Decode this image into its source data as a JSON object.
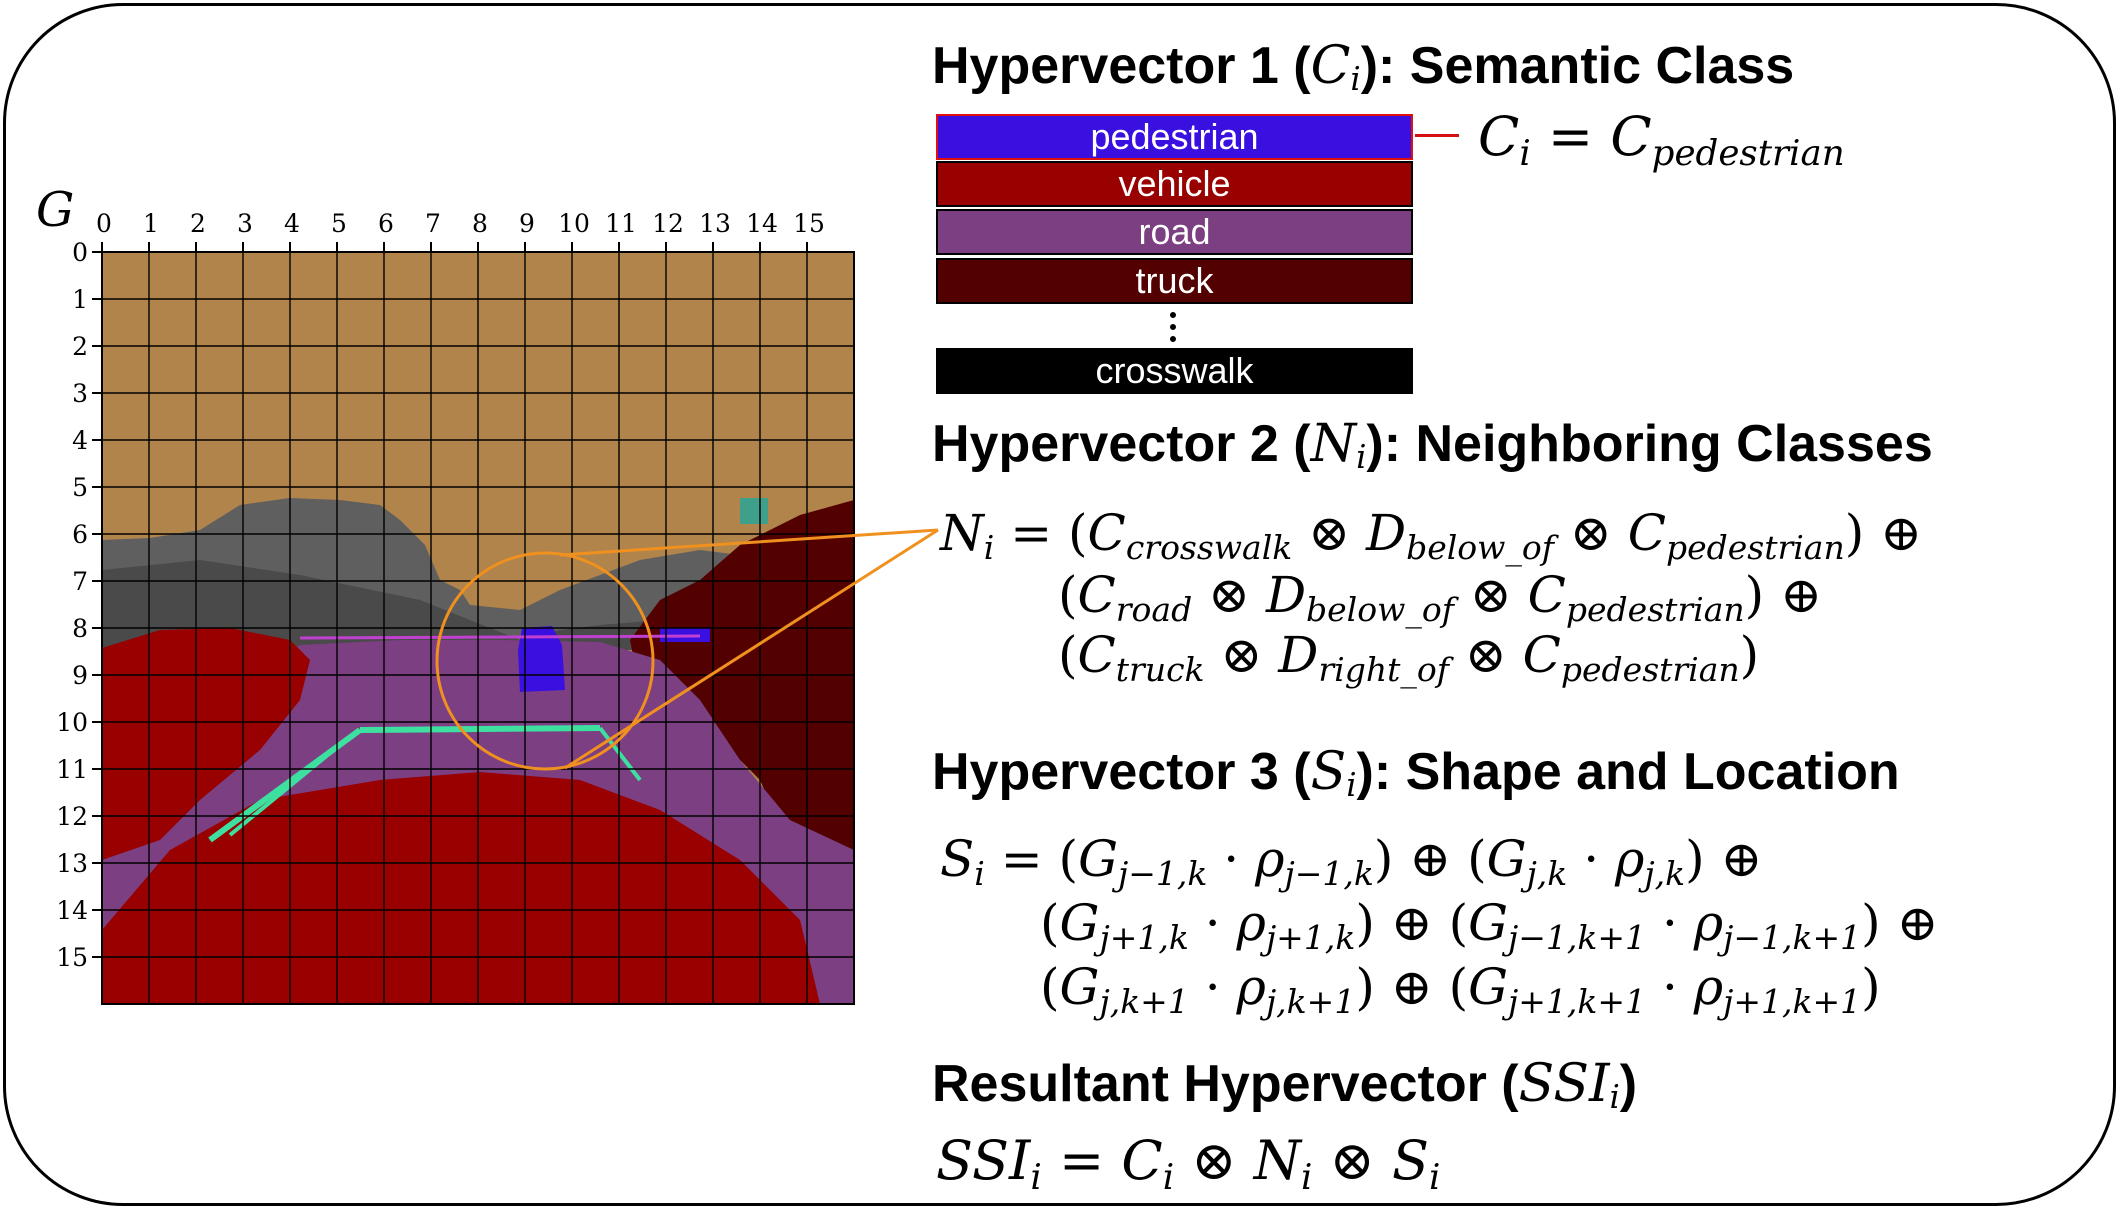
{
  "grid": {
    "label": "G",
    "columns": [
      "0",
      "1",
      "2",
      "3",
      "4",
      "5",
      "6",
      "7",
      "8",
      "9",
      "10",
      "11",
      "12",
      "13",
      "14",
      "15"
    ],
    "rows": [
      "0",
      "1",
      "2",
      "3",
      "4",
      "5",
      "6",
      "7",
      "8",
      "9",
      "10",
      "11",
      "12",
      "13",
      "14",
      "15"
    ]
  },
  "colors": {
    "sky": "#b0844a",
    "building": "#5f5f5f",
    "vehicle": "#990000",
    "road": "#7b3f82",
    "truck": "#520000",
    "pedestrian": "#3a10e0",
    "lane": "#3ee0a0",
    "callout": "#f0901e",
    "selection": "#e01010"
  },
  "hv1": {
    "prefix": "Hypervector 1 (",
    "var": "C",
    "sub": "i",
    "suffix": "): Semantic Class"
  },
  "classes": [
    {
      "label": "pedestrian",
      "color": "#3a10e0"
    },
    {
      "label": "vehicle",
      "color": "#990000"
    },
    {
      "label": "road",
      "color": "#7b3f82"
    },
    {
      "label": "truck",
      "color": "#520000"
    },
    {
      "label": "crosswalk",
      "color": "#000000"
    }
  ],
  "eq_c": {
    "lhs": "C",
    "lhs_sub": "i",
    "eq": "=",
    "rhs": "C",
    "rhs_sub": "pedestrian"
  },
  "hv2": {
    "prefix": "Hypervector 2 (",
    "var": "N",
    "sub": "i",
    "suffix": "): Neighboring Classes"
  },
  "eq_n": {
    "lhs": "N",
    "lhs_sub": "i",
    "eq": "=",
    "terms": [
      {
        "a_sub": "crosswalk",
        "d_sub": "below_of",
        "b_sub": "pedestrian",
        "tail": "⊕"
      },
      {
        "a_sub": "road",
        "d_sub": "below_of",
        "b_sub": "pedestrian",
        "tail": "⊕"
      },
      {
        "a_sub": "truck",
        "d_sub": "right_of",
        "b_sub": "pedestrian",
        "tail": ""
      }
    ]
  },
  "hv3": {
    "prefix": "Hypervector 3 (",
    "var": "S",
    "sub": "i",
    "suffix": "): Shape and Location"
  },
  "eq_s": {
    "lhs": "S",
    "lhs_sub": "i",
    "eq": "=",
    "terms": [
      {
        "g_sub": "j−1,k",
        "r_sub": "j−1,k"
      },
      {
        "g_sub": "j,k",
        "r_sub": "j,k"
      },
      {
        "g_sub": "j+1,k",
        "r_sub": "j+1,k"
      },
      {
        "g_sub": "j−1,k+1",
        "r_sub": "j−1,k+1"
      },
      {
        "g_sub": "j,k+1",
        "r_sub": "j,k+1"
      },
      {
        "g_sub": "j+1,k+1",
        "r_sub": "j+1,k+1"
      }
    ]
  },
  "hv4": {
    "prefix": "Resultant Hypervector (",
    "var": "SSI",
    "sub": "i",
    "suffix": ")"
  },
  "eq_r": {
    "lhs": "SSI",
    "lhs_sub": "i",
    "eq": "=",
    "a": "C",
    "a_sub": "i",
    "b": "N",
    "b_sub": "i",
    "c": "S",
    "c_sub": "i",
    "op": "⊗"
  }
}
